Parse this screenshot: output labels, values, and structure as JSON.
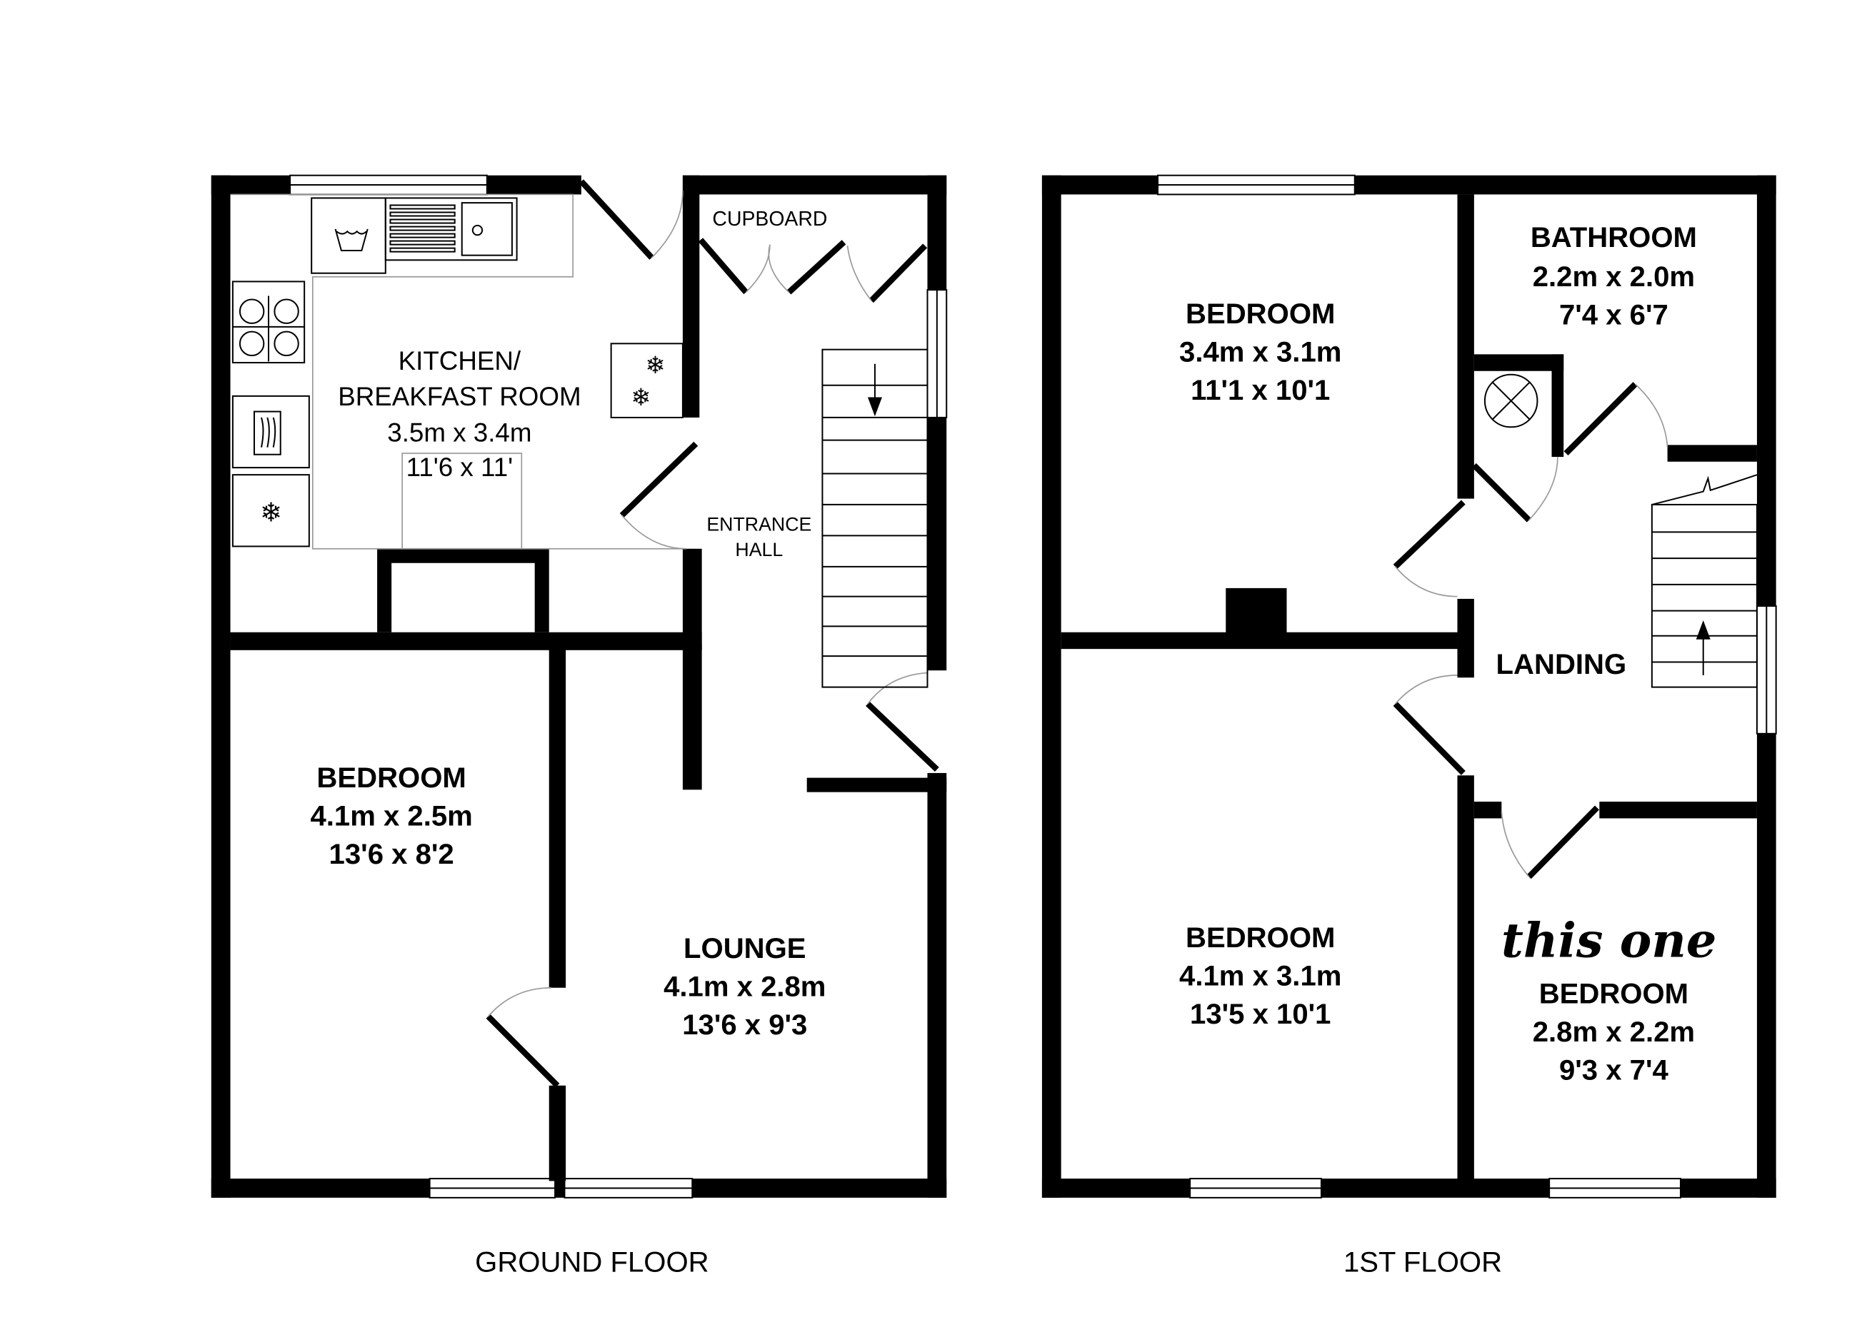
{
  "ground_floor": {
    "title": "GROUND FLOOR",
    "rooms": {
      "kitchen": {
        "name1": "KITCHEN/",
        "name2": "BREAKFAST ROOM",
        "metric": "3.5m x 3.4m",
        "imperial": "11'6 x 11'"
      },
      "cupboard": {
        "name": "CUPBOARD"
      },
      "hall": {
        "name1": "ENTRANCE",
        "name2": "HALL"
      },
      "bedroom": {
        "name": "BEDROOM",
        "metric": "4.1m x 2.5m",
        "imperial": "13'6 x 8'2"
      },
      "lounge": {
        "name": "LOUNGE",
        "metric": "4.1m x 2.8m",
        "imperial": "13'6 x 9'3"
      }
    }
  },
  "first_floor": {
    "title": "1ST FLOOR",
    "rooms": {
      "bedroom1": {
        "name": "BEDROOM",
        "metric": "3.4m x 3.1m",
        "imperial": "11'1 x 10'1"
      },
      "bathroom": {
        "name": "BATHROOM",
        "metric": "2.2m x 2.0m",
        "imperial": "7'4 x 6'7"
      },
      "landing": {
        "name": "LANDING"
      },
      "bedroom2": {
        "name": "BEDROOM",
        "metric": "4.1m x 3.1m",
        "imperial": "13'5 x 10'1"
      },
      "bedroom3": {
        "name": "BEDROOM",
        "metric": "2.8m x 2.2m",
        "imperial": "9'3 x 7'4"
      }
    },
    "annotation": "this one"
  }
}
